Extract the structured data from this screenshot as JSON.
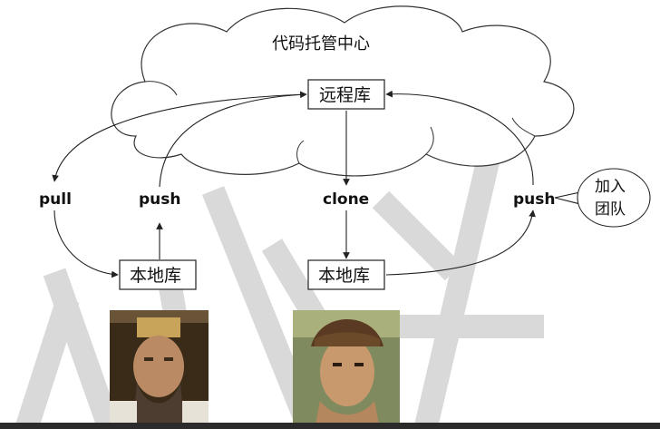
{
  "cloud": {
    "title": "代码托管中心"
  },
  "remote_repo": {
    "label": "远程库"
  },
  "operations": {
    "pull": "pull",
    "push_left": "push",
    "clone": "clone",
    "push_right": "push"
  },
  "local_repos": {
    "left": "本地库",
    "right": "本地库"
  },
  "callout": {
    "line1": "加入",
    "line2": "团队"
  },
  "photos": [
    {
      "name": "older-man-photo"
    },
    {
      "name": "young-man-photo"
    }
  ],
  "watermark": {
    "text": "尚硅谷"
  }
}
